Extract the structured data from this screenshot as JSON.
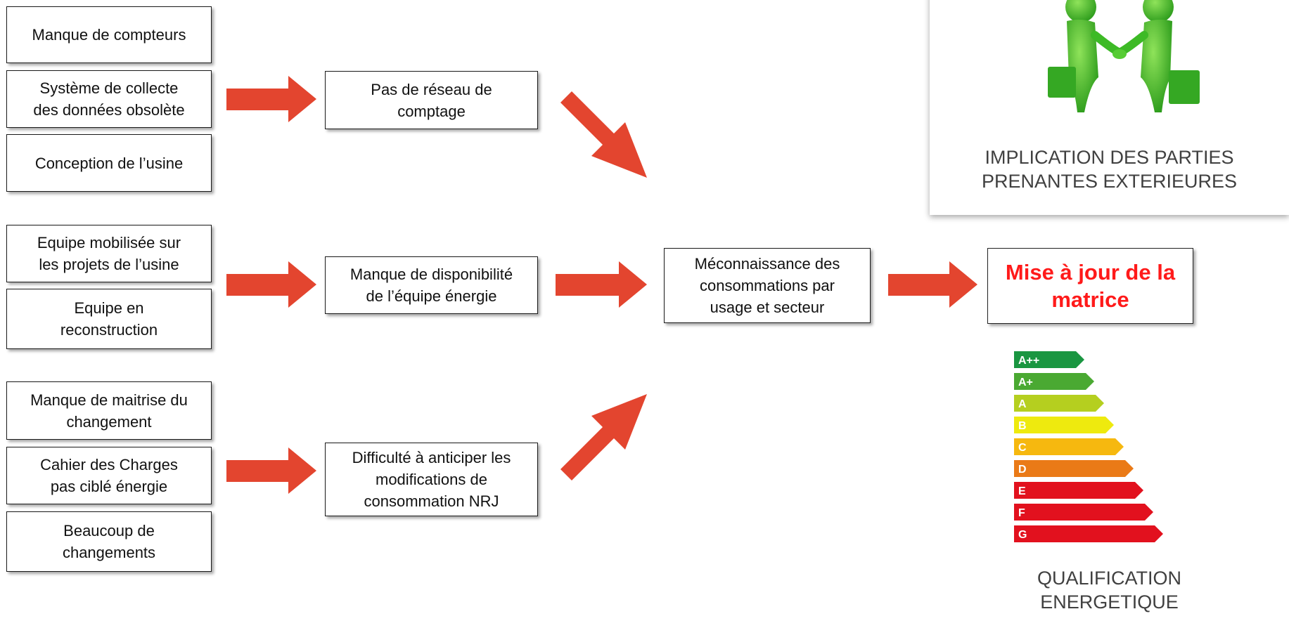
{
  "causes": [
    "Manque de compteurs",
    "Système de collecte\ndes données obsolète",
    "Conception de l’usine",
    "Equipe mobilisée sur\nles projets de l’usine",
    "Equipe en\nreconstruction",
    "Manque de maitrise du\nchangement",
    "Cahier des Charges\npas ciblé énergie",
    "Beaucoup de\nchangements"
  ],
  "intermediate": [
    "Pas de réseau de\ncomptage",
    "Manque de disponibilité\nde l’équipe énergie",
    "Difficulté à anticiper les\nmodifications de\nconsommation NRJ"
  ],
  "root_cause": "Méconnaissance des\nconsommations par\nusage et secteur",
  "outcome": "Mise à jour de la\nmatrice",
  "panels": {
    "stakeholders_caption": "IMPLICATION DES PARTIES\nPRENANTES EXTERIEURES",
    "energy_caption": "QUALIFICATION\nENERGETIQUE",
    "energy_labels": [
      "A++",
      "A+",
      "A",
      "B",
      "C",
      "D",
      "E",
      "F",
      "G"
    ]
  },
  "colors": {
    "arrow": "#e3452f",
    "outcome_text": "#ff1a1a",
    "energy_bands": [
      "#1a9641",
      "#4aa932",
      "#b5cf1f",
      "#eeea0e",
      "#f6b80f",
      "#ea7a17",
      "#e2111e",
      "#e2111e",
      "#e2111e"
    ]
  }
}
